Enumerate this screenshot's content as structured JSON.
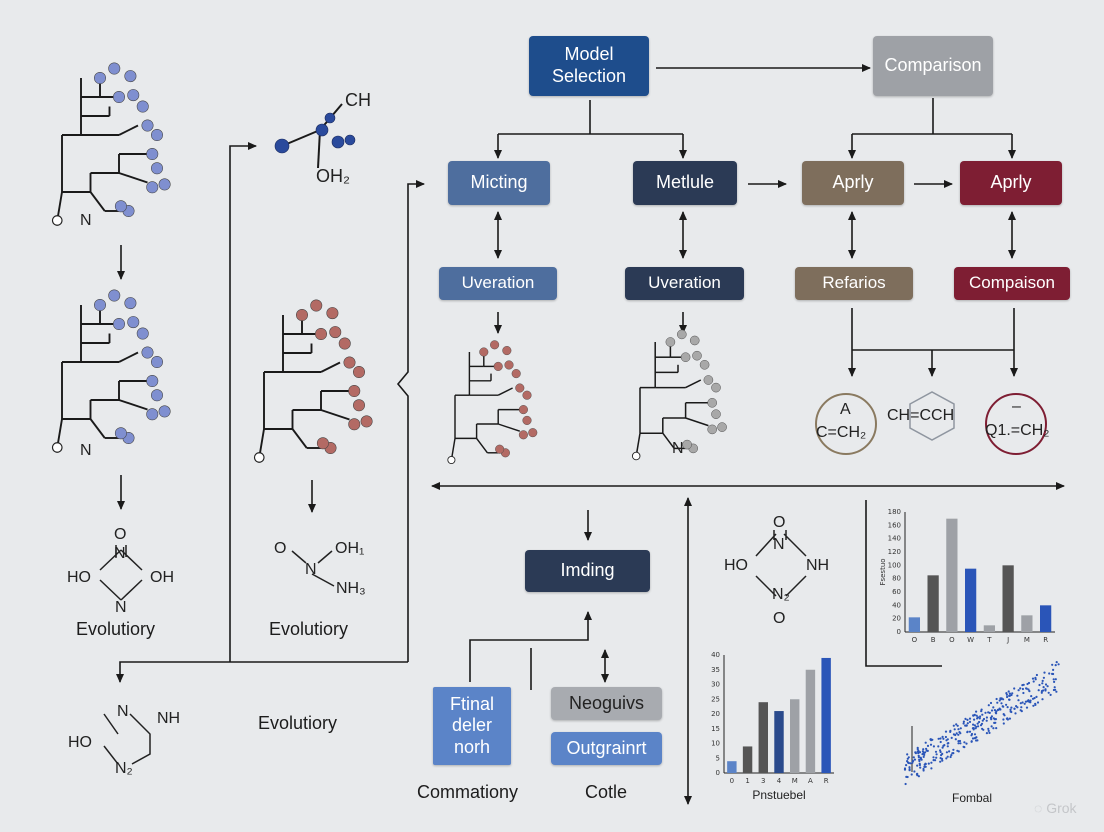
{
  "colors": {
    "blue_dark": "#1e4d8c",
    "blue_mid": "#4e6e9e",
    "navy": "#2b3a55",
    "gray": "#9ea1a6",
    "brown": "#7e6e5c",
    "maroon": "#7e1e33",
    "light_blue": "#5b84c8",
    "bg": "#e8eaec"
  },
  "boxes": {
    "model_selection": "Model\nSelection",
    "comparison_top": "Comparison",
    "micting": "Micting",
    "metlule": "Metlule",
    "aprly_1": "Aprly",
    "aprly_2": "Aprly",
    "uveration_1": "Uveration",
    "uveration_2": "Uveration",
    "refarios": "Refarios",
    "compaison": "Compaison",
    "imding": "Imding",
    "final": "Ftinal\ndeler\nnorh",
    "neoguivs": "Neoguivs",
    "outgrainrt": "Outgrainrt"
  },
  "labels": {
    "evolutiory_1": "Evolutiory",
    "evolutiory_2": "Evolutiory",
    "evolutiory_3": "Evolutiory",
    "commationy": "Commationy",
    "cotle": "Cotle",
    "watermark": "Grok"
  },
  "chem": {
    "n_tree1": "N",
    "n_tree2": "N",
    "n_tree3": "N",
    "ch": "CH",
    "oh2": "OH₂",
    "mol1_top": "O",
    "mol1_n1": "N",
    "mol1_ho": "HO",
    "mol1_oh": "OH",
    "mol1_n2": "N",
    "mol2_o": "O",
    "mol2_oh": "OH₁",
    "mol2_n": "N",
    "mol2_nh3": "NH₃",
    "mol3_n": "N",
    "mol3_nh": "NH",
    "mol3_ho": "HO",
    "mol3_n2": "N₂",
    "mol4_o": "O",
    "mol4_n": "N",
    "mol4_ho": "HO",
    "mol4_nh": "NH",
    "mol4_n2": "N₂",
    "mol4_o2": "O",
    "ring1_a": "A",
    "ring1_f": "C=CH₂",
    "ring2_f": "CH=CCH",
    "ring3_dash": "–",
    "ring3_f": "Q1.=CH₂"
  },
  "chart_data": [
    {
      "type": "bar",
      "categories": [
        "0",
        "1",
        "3",
        "4",
        "M",
        "A",
        "R"
      ],
      "values": [
        4,
        9,
        24,
        21,
        25,
        35,
        39
      ],
      "series_colors": [
        "#5b84c8",
        "#555555",
        "#555555",
        "#2a4a8c",
        "#9ea1a6",
        "#9ea1a6",
        "#2a55b8"
      ],
      "yticks": [
        "0",
        "5",
        "10",
        "15",
        "20",
        "25",
        "30",
        "35",
        "40"
      ],
      "ylim": [
        0,
        40
      ],
      "xlabel": "Pnstuebel"
    },
    {
      "type": "bar",
      "categories": [
        "O",
        "B",
        "O",
        "W",
        "T",
        "J",
        "M",
        "R"
      ],
      "values": [
        22,
        85,
        170,
        95,
        10,
        100,
        25,
        40
      ],
      "series_colors": [
        "#5b84c8",
        "#555555",
        "#9ea1a6",
        "#2a55b8",
        "#9ea1a6",
        "#555555",
        "#9ea1a6",
        "#2a55b8"
      ],
      "yticks": [
        "0",
        "20",
        "40",
        "60",
        "80",
        "100",
        "120",
        "140",
        "160",
        "180"
      ],
      "ylim": [
        0,
        180
      ],
      "ylabel": "Fsestuo"
    },
    {
      "type": "scatter",
      "xlabel": "Fombal",
      "trend": "positive"
    }
  ]
}
